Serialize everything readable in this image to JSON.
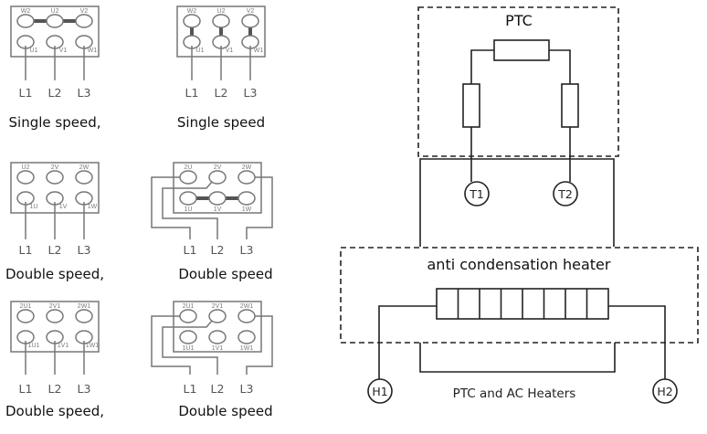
{
  "left_panels": [
    {
      "id": "single-star",
      "caption": "Single speed,",
      "top_terminals": [
        "W2",
        "U2",
        "V2"
      ],
      "bottom_terminals": [
        "U1",
        "V1",
        "W1"
      ],
      "line_labels": [
        "L1",
        "L2",
        "L3"
      ],
      "bridging": "horizontal-top"
    },
    {
      "id": "single-delta",
      "caption": "Single speed",
      "top_terminals": [
        "W2",
        "U2",
        "V2"
      ],
      "bottom_terminals": [
        "U1",
        "V1",
        "W1"
      ],
      "line_labels": [
        "L1",
        "L2",
        "L3"
      ],
      "bridging": "vertical"
    },
    {
      "id": "double-low",
      "caption": "Double speed,",
      "top_terminals": [
        "U2",
        "2V",
        "2W"
      ],
      "bottom_terminals": [
        "1U",
        "1V",
        "1W"
      ],
      "line_labels": [
        "L1",
        "L2",
        "L3"
      ],
      "bridging": "none"
    },
    {
      "id": "double-high",
      "caption": "Double speed",
      "top_terminals": [
        "2U",
        "2V",
        "2W"
      ],
      "bottom_terminals": [
        "1U",
        "1V",
        "1W"
      ],
      "line_labels": [
        "L1",
        "L2",
        "L3"
      ],
      "bridging": "horizontal-bottom"
    },
    {
      "id": "double-low-2",
      "caption": "Double speed,",
      "top_terminals": [
        "2U1",
        "2V1",
        "2W1"
      ],
      "bottom_terminals": [
        "1U1",
        "1V1",
        "1W1"
      ],
      "line_labels": [
        "L1",
        "L2",
        "L3"
      ],
      "bridging": "none"
    },
    {
      "id": "double-high-2",
      "caption": "Double speed",
      "top_terminals": [
        "2U1",
        "2V1",
        "2W1"
      ],
      "bottom_terminals": [
        "1U1",
        "1V1",
        "1W1"
      ],
      "line_labels": [
        "L1",
        "L2",
        "L3"
      ],
      "bridging": "none"
    }
  ],
  "right_diagram": {
    "ptc_title": "PTC",
    "ptc_terminals": [
      "T1",
      "T2"
    ],
    "heater_title": "anti condensation heater",
    "heater_cells": 8,
    "heater_terminals": [
      "H1",
      "H2"
    ],
    "footer_label": "PTC and AC Heaters"
  },
  "colors": {
    "terminal_gray": "#777777",
    "bar_gray": "#555555",
    "line_black": "#222222"
  }
}
